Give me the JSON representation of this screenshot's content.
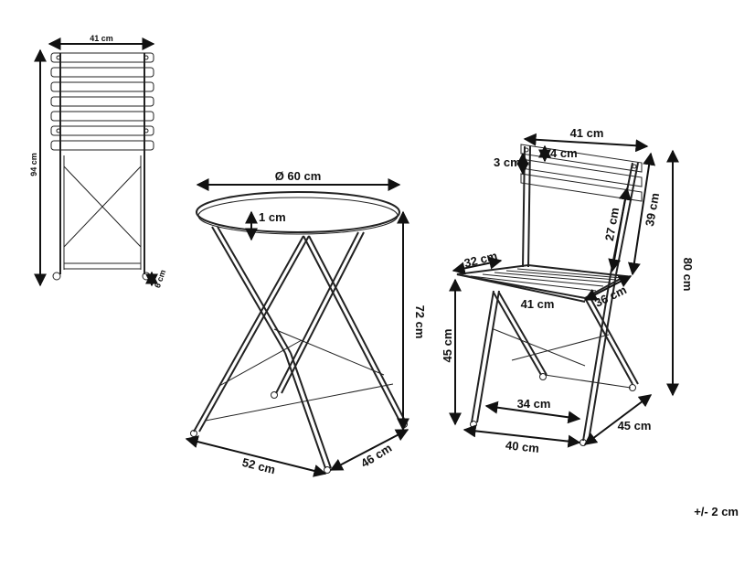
{
  "folded_chair": {
    "width_label": "41 cm",
    "height_label": "94 cm",
    "depth_label": "6 cm"
  },
  "table": {
    "diameter_label": "Ø 60 cm",
    "top_thickness_label": "1 cm",
    "height_label": "72 cm",
    "length_label": "52 cm",
    "depth_label": "46 cm"
  },
  "chair": {
    "back_width_label": "41 cm",
    "back_slat_label": "4 cm",
    "back_gap_label": "3 cm",
    "back_height_label": "27 cm",
    "back_outer_label": "39 cm",
    "total_height_label": "80 cm",
    "seat_depth_label": "32 cm",
    "seat_width_label": "41 cm",
    "seat_side_label": "36 cm",
    "seat_height_label": "45 cm",
    "leg_span_label": "34 cm",
    "base_width_label": "40 cm",
    "base_depth_label": "45 cm"
  },
  "tolerance_note": "+/- 2 cm"
}
